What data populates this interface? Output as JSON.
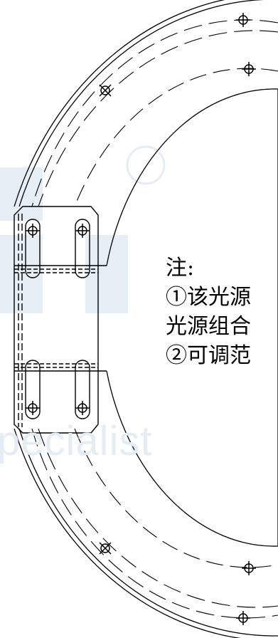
{
  "note": {
    "title": "注:",
    "line1": "①该光源",
    "line2": "光源组合",
    "line3": "②可调范"
  },
  "watermark": {
    "registered_mark": "®",
    "text": "pecialist"
  },
  "colors": {
    "line": "#000000",
    "background": "#ffffff",
    "watermark": "#e4edf5"
  }
}
